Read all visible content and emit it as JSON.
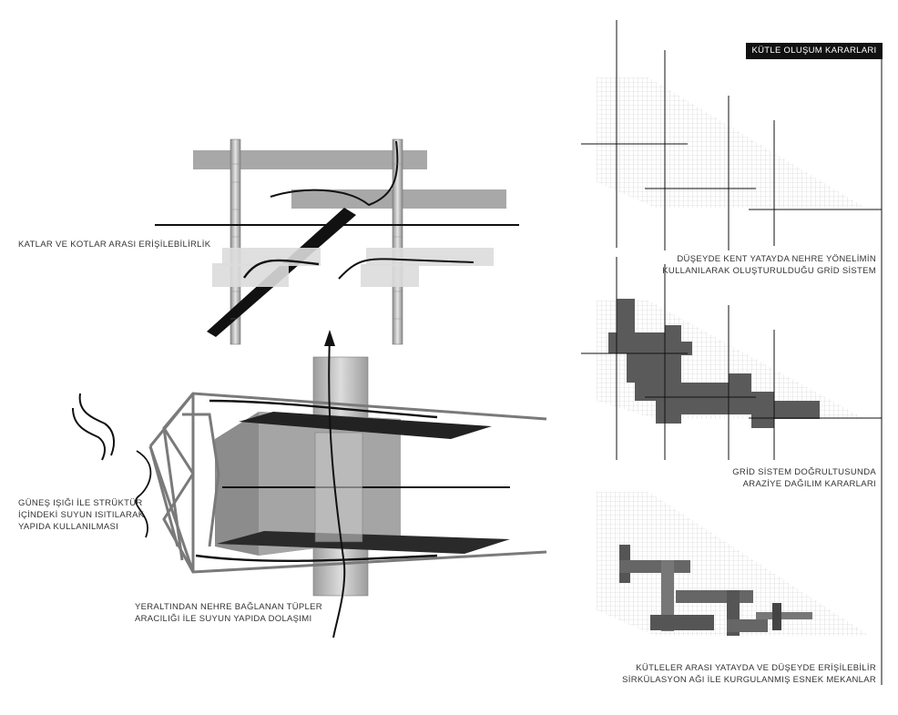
{
  "title": "KÜTLE OLUŞUM KARARLARI",
  "labels": {
    "katlar": "KATLAR VE KOTLAR ARASI ERİŞİLEBİLİRLİK",
    "gunes": [
      "GÜNEŞ IŞIĞI İLE STRÜKTÜR",
      "İÇİNDEKİ SUYUN ISITILARAK",
      "YAPIDA KULLANILMASI"
    ],
    "yeraltindan": [
      "YERALTINDAN NEHRE BAĞLANAN TÜPLER",
      "ARACILIĞI İLE SUYUN YAPIDA DOLAŞIMI"
    ],
    "grid1": [
      "DÜŞEYDE KENT YATAYDA NEHRE YÖNELİMİN",
      "KULLANILARAK OLUŞTURULDUĞU GRİD SİSTEM"
    ],
    "grid2": [
      "GRİD SİSTEM DOĞRULTUSUNDA",
      "ARAZİYE DAĞILIM KARARLARI"
    ],
    "grid3": [
      "KÜTLELER ARASI YATAYDA VE DÜŞEYDE ERİŞİLEBİLİR",
      "SİRKÜLASYON AĞI İLE KURGULANMIŞ ESNEK MEKANLAR"
    ]
  },
  "colors": {
    "ink": "#111111",
    "mid_grey": "#9a9a9a",
    "light_grey": "#d4d4d4",
    "dark_grey": "#5a5a5a"
  }
}
